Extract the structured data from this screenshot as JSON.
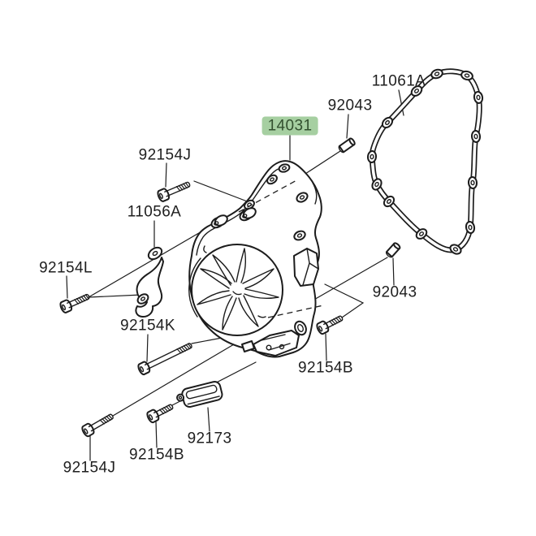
{
  "diagram": {
    "kind": "motorcycle-engine-parts-diagram",
    "background_color": "#ffffff",
    "line_color": "#1c1c1c",
    "highlight_color": "#a6cfa1",
    "highlighted_part_id": "14031"
  },
  "parts": [
    {
      "id": "92154J-top",
      "label": "92154J",
      "type": "flange-bolt",
      "highlighted": false
    },
    {
      "id": "11061A",
      "label": "11061A",
      "type": "cover-gasket",
      "highlighted": false
    },
    {
      "id": "92043-top",
      "label": "92043",
      "type": "dowel-pin",
      "highlighted": false
    },
    {
      "id": "14031",
      "label": "14031",
      "type": "generator-cover",
      "highlighted": true
    },
    {
      "id": "11056A",
      "label": "11056A",
      "type": "bracket",
      "highlighted": false
    },
    {
      "id": "92154L",
      "label": "92154L",
      "type": "flange-bolt",
      "highlighted": false
    },
    {
      "id": "92154K",
      "label": "92154K",
      "type": "flange-bolt",
      "highlighted": false
    },
    {
      "id": "92043-right",
      "label": "92043",
      "type": "dowel-pin",
      "highlighted": false
    },
    {
      "id": "92154B-right",
      "label": "92154B",
      "type": "flange-bolt",
      "highlighted": false
    },
    {
      "id": "92173",
      "label": "92173",
      "type": "clamp",
      "highlighted": false
    },
    {
      "id": "92154B-bottom",
      "label": "92154B",
      "type": "flange-bolt",
      "highlighted": false
    },
    {
      "id": "92154J-bottom",
      "label": "92154J",
      "type": "flange-bolt",
      "highlighted": false
    }
  ]
}
